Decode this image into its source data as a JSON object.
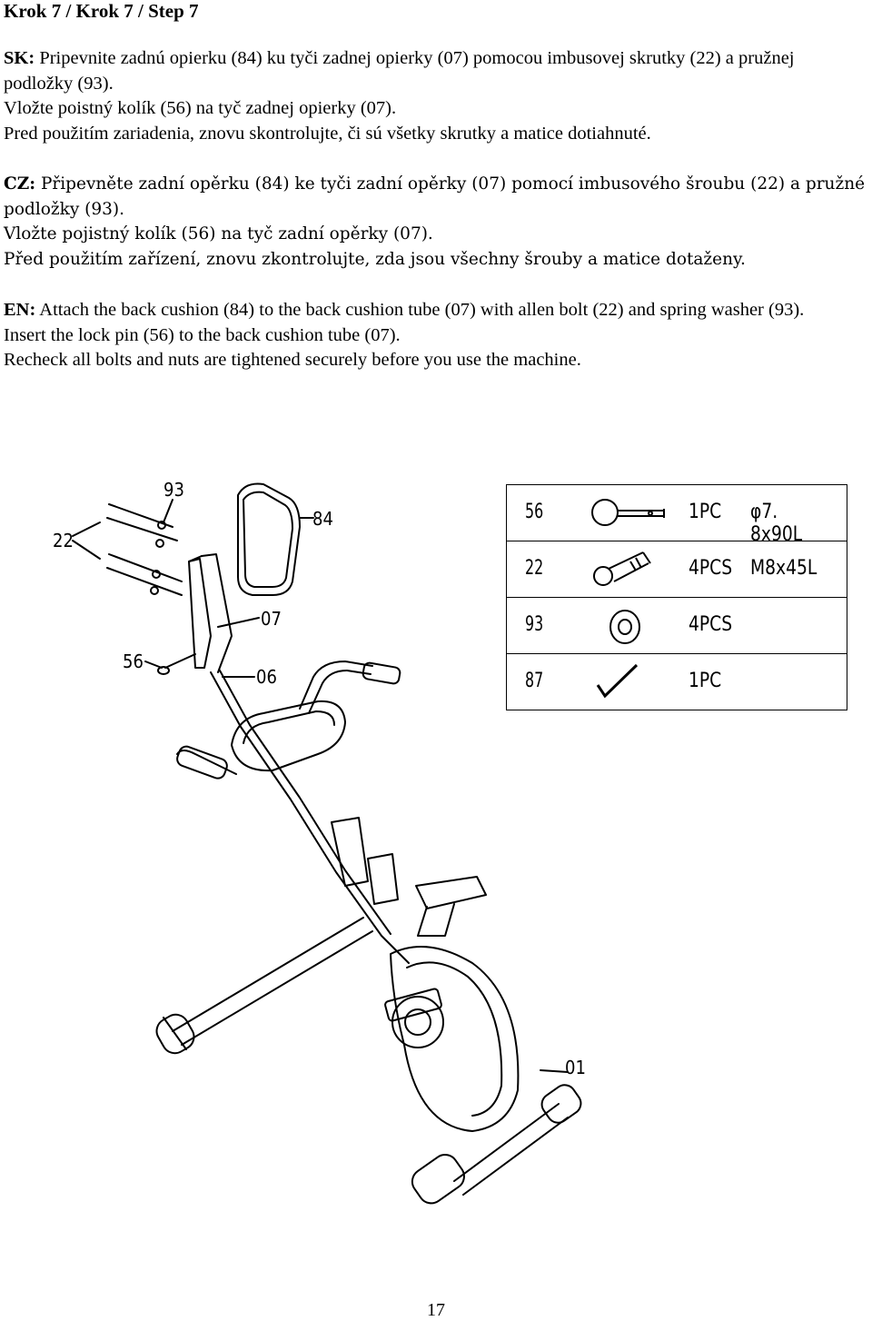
{
  "heading": "Krok 7 / Krok 7 / Step 7",
  "sk": {
    "lang": "SK:",
    "lines": [
      " Pripevnite zadnú opierku (84) ku tyči zadnej opierky (07)  pomocou imbusovej skrutky  (22) a pružnej podložky (93).",
      "Vložte poistný kolík (56)  na tyč zadnej opierky (07).",
      "Pred použitím zariadenia, znovu skontrolujte, či sú  všetky skrutky a matice dotiahnuté."
    ]
  },
  "cz": {
    "lang": "CZ:",
    "lines": [
      " Připevněte zadní opěrku (84) ke tyči zadní opěrky (07) pomocí imbusového šroubu (22) a pružné podložky (93).",
      "Vložte pojistný kolík (56) na tyč zadní opěrky (07).",
      "Před použitím zařízení, znovu zkontrolujte, zda jsou všechny šrouby a matice dotaženy."
    ]
  },
  "en": {
    "lang": "EN:",
    "lines": [
      " Attach the back cushion (84) to the back cushion tube (07) with allen bolt (22) and spring washer (93).",
      "Insert the lock pin (56) to the back cushion tube (07).",
      "Recheck all bolts and nuts are tightened securely before you use the machine."
    ]
  },
  "callouts": [
    "93",
    "84",
    "22",
    "07",
    "56",
    "06",
    "01"
  ],
  "parts": [
    {
      "num": "56",
      "qty": "1PC",
      "size": "φ7. 8x90L",
      "icon": "lock-pin-icon"
    },
    {
      "num": "22",
      "qty": "4PCS",
      "size": "M8x45L",
      "icon": "allen-bolt-icon"
    },
    {
      "num": "93",
      "qty": "4PCS",
      "size": "",
      "icon": "spring-washer-icon"
    },
    {
      "num": "87",
      "qty": "1PC",
      "size": "",
      "icon": "allen-key-icon"
    }
  ],
  "page_number": "17"
}
